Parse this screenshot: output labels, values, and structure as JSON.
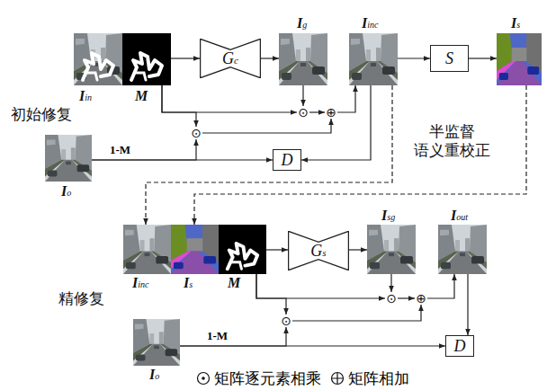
{
  "diagram": {
    "nodes": [
      {
        "text": [
          "Iin"
        ]
      },
      {
        "text": [
          "M"
        ]
      },
      {
        "text": [
          "Gc"
        ]
      },
      {
        "text": [
          "Ig"
        ]
      },
      {
        "text": [
          "Iinc"
        ]
      },
      {
        "text": [
          "S"
        ]
      },
      {
        "text": [
          "Is"
        ]
      },
      {
        "text": [
          "⊙"
        ]
      },
      {
        "text": [
          "⊕"
        ]
      },
      {
        "text": [
          "⊙"
        ]
      },
      {
        "text": [
          "Io"
        ]
      },
      {
        "text": [
          "D"
        ]
      },
      {
        "text": [
          "Iinc"
        ]
      },
      {
        "text": [
          "Is"
        ]
      },
      {
        "text": [
          "M"
        ]
      },
      {
        "text": [
          "Gs"
        ]
      },
      {
        "text": [
          "Isg"
        ]
      },
      {
        "text": [
          "Iout"
        ]
      },
      {
        "text": [
          "⊙"
        ]
      },
      {
        "text": [
          "⊕"
        ]
      },
      {
        "text": [
          "⊙"
        ]
      },
      {
        "text": [
          "Io"
        ]
      },
      {
        "text": [
          "D"
        ]
      }
    ],
    "edges": [
      {
        "from": 1,
        "to": 2,
        "arrow": "to"
      },
      {
        "from": 2,
        "to": 3,
        "arrow": "to"
      },
      {
        "from": 3,
        "to": 7,
        "arrow": "to"
      },
      {
        "from": 1,
        "to": 7,
        "arrow": "to"
      },
      {
        "from": 1,
        "to": 9,
        "arrow": "to"
      },
      {
        "from": 7,
        "to": 8,
        "arrow": "to"
      },
      {
        "from": 10,
        "to": 9,
        "label": "1-M",
        "arrow": "to"
      },
      {
        "from": 10,
        "to": 11,
        "arrow": "to"
      },
      {
        "from": 9,
        "to": 8,
        "arrow": "to"
      },
      {
        "from": 8,
        "to": 4,
        "arrow": "to"
      },
      {
        "from": 4,
        "to": 11,
        "arrow": "to"
      },
      {
        "from": 4,
        "to": 5,
        "arrow": "to"
      },
      {
        "from": 5,
        "to": 6,
        "arrow": "to"
      },
      {
        "from": 4,
        "to": 12,
        "arrow": "to"
      },
      {
        "from": 6,
        "to": 13,
        "arrow": "to"
      },
      {
        "from": 14,
        "to": 15,
        "arrow": "to"
      },
      {
        "from": 15,
        "to": 16,
        "arrow": "to"
      },
      {
        "from": 16,
        "to": 18,
        "arrow": "to"
      },
      {
        "from": 14,
        "to": 18,
        "arrow": "to"
      },
      {
        "from": 14,
        "to": 20,
        "arrow": "to"
      },
      {
        "from": 18,
        "to": 19,
        "arrow": "to"
      },
      {
        "from": 21,
        "to": 20,
        "label": "1-M",
        "arrow": "to"
      },
      {
        "from": 21,
        "to": 22,
        "arrow": "to"
      },
      {
        "from": 20,
        "to": 19,
        "arrow": "to"
      },
      {
        "from": 19,
        "to": 17,
        "arrow": "to"
      },
      {
        "from": 17,
        "to": 22,
        "arrow": "to"
      }
    ],
    "labels": [
      "初始修复",
      "半监督 语义重校正",
      "精修复"
    ],
    "legend": [
      {
        "text": "矩阵逐元素相乘"
      },
      {
        "text": "矩阵相加"
      }
    ]
  }
}
